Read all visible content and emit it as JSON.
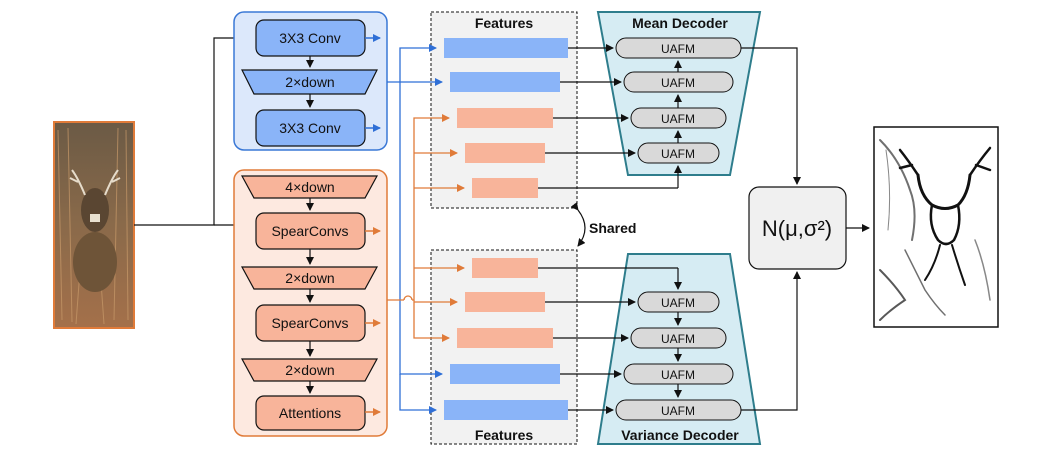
{
  "encoder": {
    "blue_branch": {
      "conv1": "3X3 Conv",
      "down": "2×down",
      "conv2": "3X3 Conv"
    },
    "orange_branch": {
      "down1": "4×down",
      "spear1": "SpearConvs",
      "down2": "2×down",
      "spear2": "SpearConvs",
      "down3": "2×down",
      "attn": "Attentions"
    }
  },
  "features": {
    "top_title": "Features",
    "bottom_title": "Features",
    "shared_label": "Shared"
  },
  "mean_decoder": {
    "title": "Mean Decoder",
    "blocks": [
      "UAFM",
      "UAFM",
      "UAFM",
      "UAFM"
    ]
  },
  "variance_decoder": {
    "title": "Variance Decoder",
    "blocks": [
      "UAFM",
      "UAFM",
      "UAFM",
      "UAFM"
    ]
  },
  "distribution": {
    "label": "N(μ,σ²)"
  },
  "colors": {
    "blue": "#8ab4f8",
    "blue_dark": "#3a78d6",
    "blue_panel": "#dce8fb",
    "orange": "#f8b49a",
    "orange_dark": "#e07b39",
    "orange_panel": "#fde9e0",
    "teal": "#2e7d8c",
    "teal_panel": "#d6ecf3",
    "gray_block": "#d9d9d9",
    "feature_panel": "#f2f2f2"
  },
  "icons": {
    "input_image": "deer-photo-icon",
    "output_image": "edge-map-icon"
  }
}
